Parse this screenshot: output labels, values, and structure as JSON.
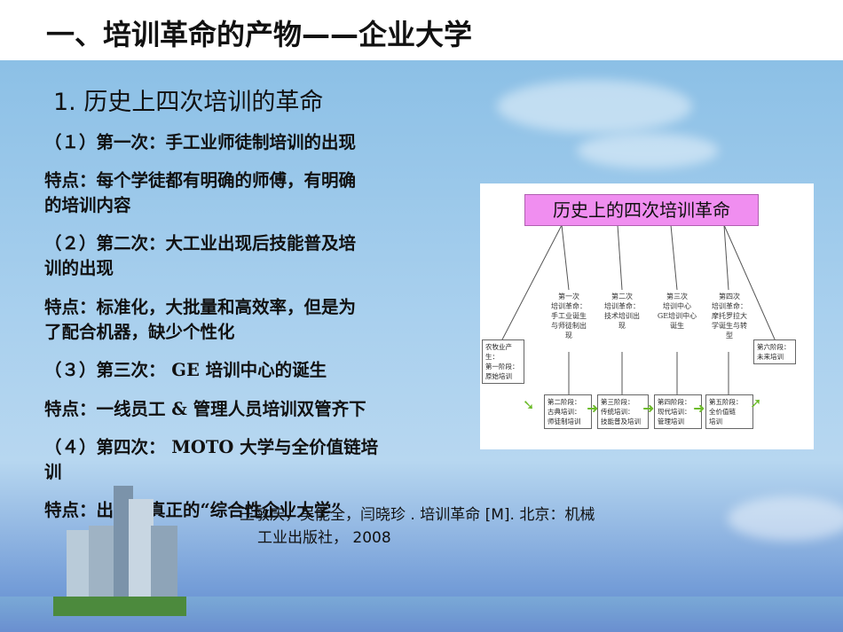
{
  "slide": {
    "title": "一、培训革命的产物——企业大学",
    "subtitle": "1. 历史上四次培训的革命"
  },
  "content": {
    "lines": [
      "（１）第一次：手工业师徒制培训的出现",
      "特点：每个学徒都有明确的师傅，有明确",
      "的培训内容",
      "（２）第二次：大工业出现后技能普及培",
      "训的出现",
      "特点：标准化，大批量和高效率，但是为",
      "了配合机器，缺少个性化",
      "（３）第三次： GE 培训中心的诞生",
      "特点：一线员工 & 管理人员培训双管齐下",
      "（４）第四次： MOTO 大学与全价值链培",
      "训",
      "特点：出现了真正的“综合性企业大学”"
    ]
  },
  "citation": {
    "line1": "王敏庆，吴能全，闫晓珍 . 培训革命 [M]. 北京：机械",
    "line2": "工业出版社， 2008"
  },
  "diagram": {
    "title": "历史上的四次培训革命",
    "revolutions": [
      "第一次\n培训革命：\n手工业诞生\n与师徒制出\n现",
      "第二次\n培训革命：\n技术培训出\n现",
      "第三次\n培训中心\nGE培训中心\n诞生",
      "第四次\n培训革命：\n摩托罗拉大\n学诞生与转\n型"
    ],
    "stages": [
      "农牧业产生：\n第一阶段：\n原始培训",
      "第二阶段：\n古典培训：\n师徒制培训",
      "第三阶段：\n传统培训：\n技能普及培训",
      "第四阶段：\n现代培训：\n管理培训",
      "第五阶段：\n全价值链\n培训",
      "第六阶段：\n未来培训"
    ]
  },
  "colors": {
    "title_box": "#f08ef0",
    "arrow": "#6cbb2a",
    "sky_top": "#8cc0e6",
    "sky_bottom": "#5d89cf"
  }
}
